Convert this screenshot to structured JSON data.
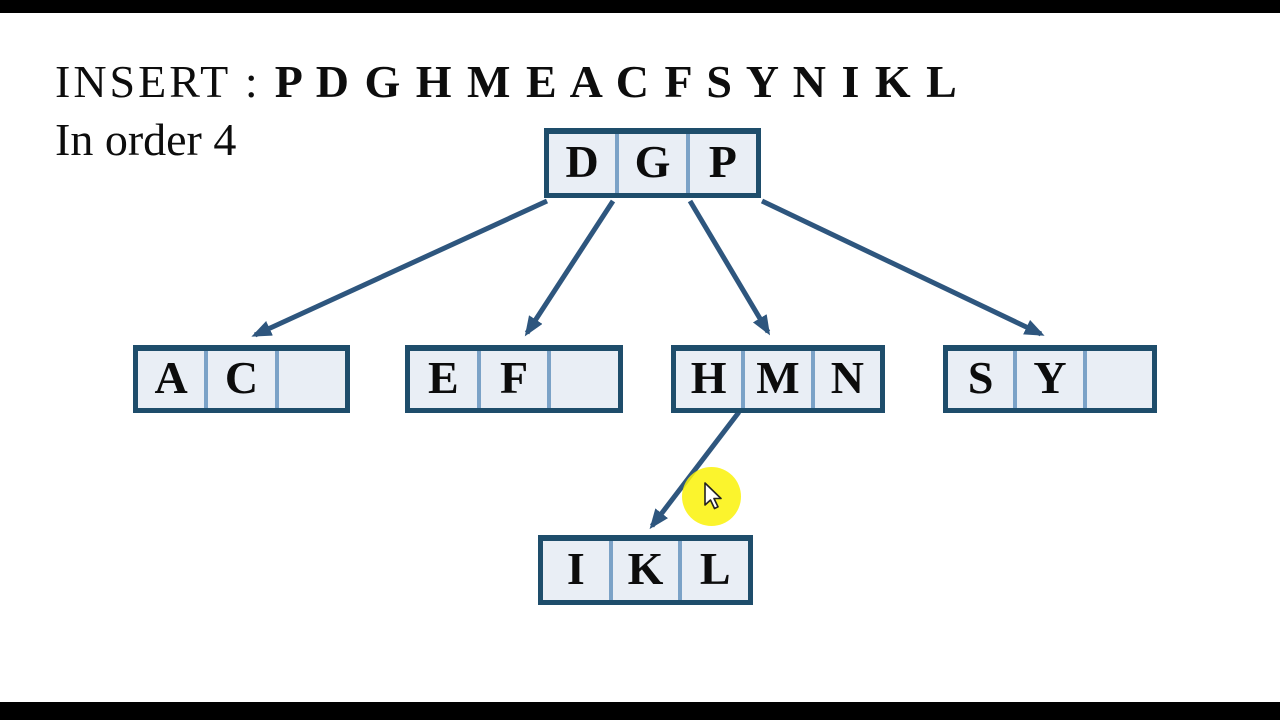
{
  "frame": {
    "kind": "lecture-slide-video-frame",
    "letterbox_color": "#000000",
    "background": "#ffffff"
  },
  "header": {
    "insert_label": "INSERT :",
    "insert_keys": "P D G H M E A C F S Y N I K L",
    "order_line": "In order 4"
  },
  "tree": {
    "root": {
      "name": "root",
      "cells": [
        "D",
        "G",
        "P"
      ]
    },
    "children": [
      {
        "name": "leaf-ac",
        "cells": [
          "A",
          "C",
          ""
        ]
      },
      {
        "name": "leaf-ef",
        "cells": [
          "E",
          "F",
          ""
        ]
      },
      {
        "name": "leaf-hmn",
        "cells": [
          "H",
          "M",
          "N"
        ]
      },
      {
        "name": "leaf-sy",
        "cells": [
          "S",
          "Y",
          ""
        ]
      }
    ],
    "grandchild": {
      "name": "leaf-ikl",
      "cells": [
        "I",
        "K",
        "L"
      ]
    },
    "edges": [
      {
        "from": "root",
        "to": "leaf-ac"
      },
      {
        "from": "root",
        "to": "leaf-ef"
      },
      {
        "from": "root",
        "to": "leaf-hmn"
      },
      {
        "from": "root",
        "to": "leaf-sy"
      },
      {
        "from": "leaf-hmn",
        "to": "leaf-ikl"
      }
    ]
  },
  "colors": {
    "node_border": "#1e4d6b",
    "node_fill": "#e9eef5",
    "cell_divider": "#7ba2c7",
    "arrow": "#2e567e",
    "cursor_highlight": "#faf208",
    "text": "#0d0d0d"
  },
  "cursor": {
    "type": "arrow-pointer",
    "highlighted": true
  }
}
